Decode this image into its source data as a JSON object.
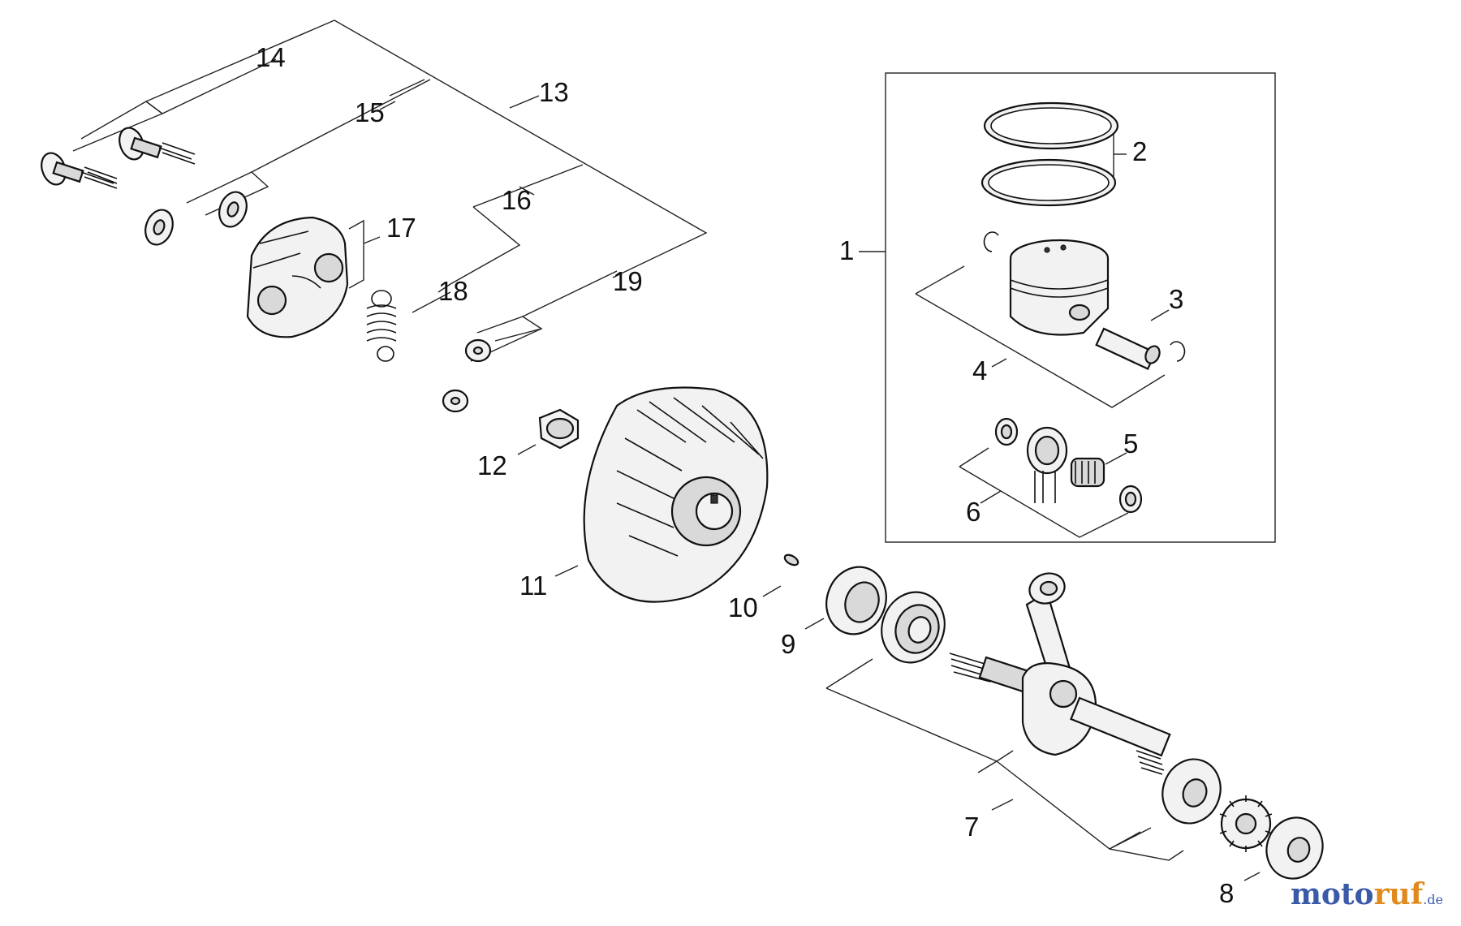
{
  "diagram": {
    "callouts": {
      "c1": "1",
      "c2": "2",
      "c3": "3",
      "c4": "4",
      "c5": "5",
      "c6": "6",
      "c7": "7",
      "c8": "8",
      "c9": "9",
      "c10": "10",
      "c11": "11",
      "c12": "12",
      "c13": "13",
      "c14": "14",
      "c15": "15",
      "c16": "16",
      "c17": "17",
      "c18": "18",
      "c19": "19"
    }
  },
  "watermark": {
    "part1": "moto",
    "part2": "ruf",
    "part3": ".de"
  }
}
